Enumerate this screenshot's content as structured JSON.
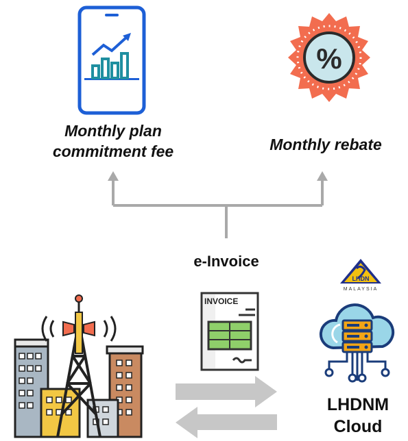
{
  "labels": {
    "monthly_plan": [
      "Monthly plan",
      "commitment fee"
    ],
    "monthly_rebate": "Monthly rebate",
    "einvoice": "e-Invoice",
    "cloud": [
      "LHDNM",
      "Cloud"
    ]
  },
  "invoice_doc": {
    "title": "INVOICE"
  },
  "lhdn_logo": {
    "name": "LHDN",
    "country": "MALAYSIA"
  },
  "rebate_badge": {
    "symbol": "%"
  },
  "icons": [
    "phone-growth-chart-icon",
    "rebate-percent-badge-icon",
    "telecom-city-tower-icon",
    "invoice-document-icon",
    "cloud-server-network-icon",
    "lhdn-logo"
  ],
  "colors": {
    "phone_frame": "#1d5fd6",
    "chart_teal": "#1f8fa0",
    "badge_orange": "#f26d4f",
    "arrow_gray": "#bfbfbf",
    "connector_gray": "#a6a6a6",
    "cloud_blue": "#1a3c7a",
    "server_yellow": "#f2a516"
  }
}
